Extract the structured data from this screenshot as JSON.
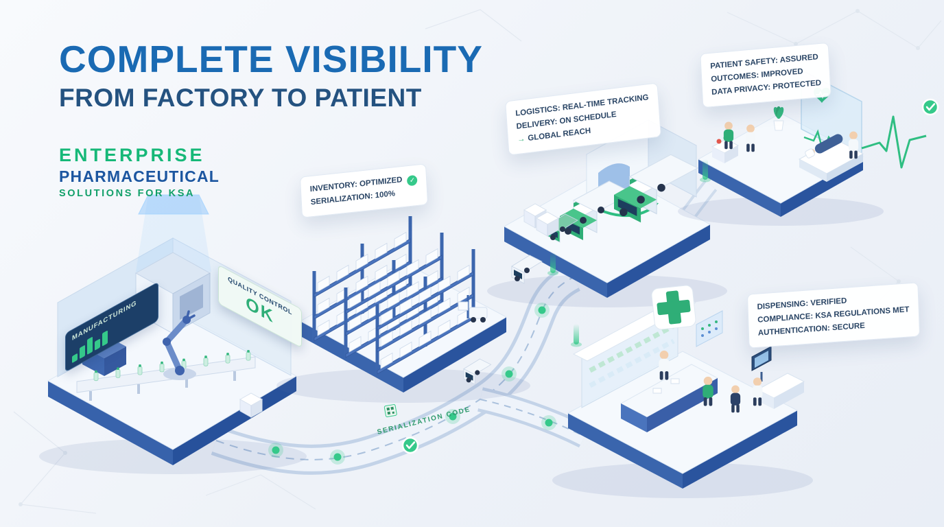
{
  "header": {
    "title": "COMPLETE VISIBILITY",
    "subtitle": "FROM FACTORY TO PATIENT"
  },
  "logo": {
    "name": "ENTERPRISE",
    "field": "PHARMACEUTICAL",
    "tagline": "SOLUTIONS FOR KSA"
  },
  "factory": {
    "screen_left": "MANUFACTURING",
    "screen_right_title": "QUALITY CONTROL",
    "screen_right_status": "OK"
  },
  "inventory_card": {
    "line1": "INVENTORY: OPTIMIZED",
    "line2": "SERIALIZATION: 100%"
  },
  "logistics_card": {
    "line1": "LOGISTICS: REAL-TIME TRACKING",
    "line2": "DELIVERY: ON SCHEDULE",
    "line3": "GLOBAL REACH"
  },
  "patient_card": {
    "line1": "PATIENT SAFETY: ASSURED",
    "line2": "OUTCOMES: IMPROVED",
    "line3": "DATA PRIVACY: PROTECTED"
  },
  "dispensing_card": {
    "line1": "DISPENSING: VERIFIED",
    "line2": "COMPLIANCE: KSA REGULATIONS MET",
    "line3": "AUTHENTICATION: SECURE"
  },
  "road": {
    "label": "SERIALIZATION CODE"
  },
  "icons": {
    "check": "✓",
    "arrow": "→"
  },
  "colors": {
    "title_blue": "#1a6ab3",
    "brand_blue": "#1c56a0",
    "brand_green": "#16b878",
    "accent_green": "#2fae77",
    "platform_blue": "#3a65ad"
  }
}
